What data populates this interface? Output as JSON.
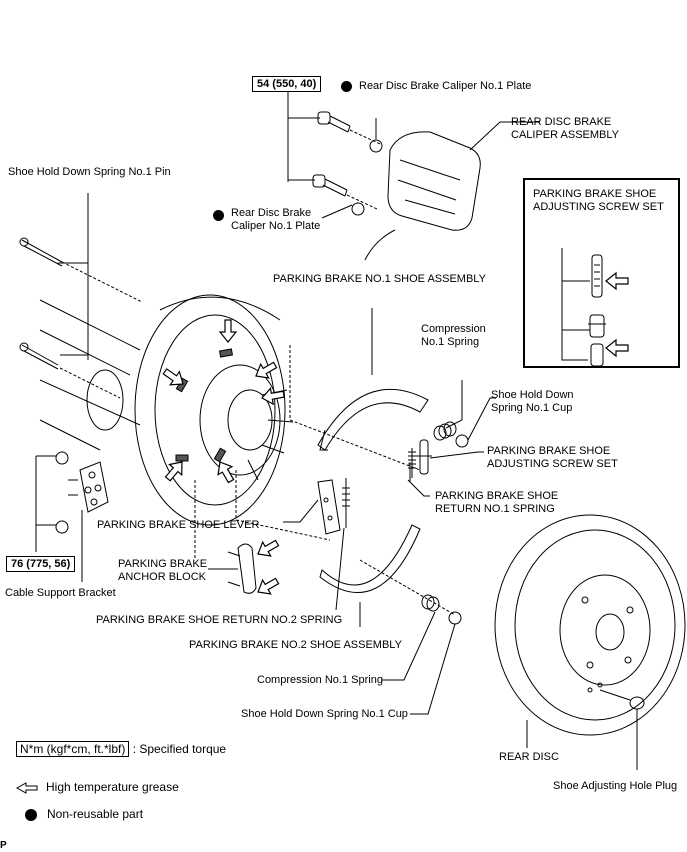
{
  "diagram": {
    "torque_specs": {
      "caliper_bolts": "54 (550, 40)",
      "bracket_nuts": "76 (775, 56)"
    },
    "labels": {
      "caliper_plate_top": "Rear Disc Brake Caliper No.1 Plate",
      "caliper_plate_left_1": "Rear Disc Brake",
      "caliper_plate_left_2": "Caliper No.1 Plate",
      "caliper_assembly_1": "REAR DISC BRAKE",
      "caliper_assembly_2": "CALIPER ASSEMBLY",
      "hold_down_pin": "Shoe Hold Down Spring No.1 Pin",
      "no1_shoe_assembly": "PARKING BRAKE NO.1 SHOE ASSEMBLY",
      "compression_spring_top_1": "Compression",
      "compression_spring_top_2": "No.1 Spring",
      "hold_down_cup_top_1": "Shoe Hold Down",
      "hold_down_cup_top_2": "Spring No.1 Cup",
      "adjusting_screw_1": "PARKING BRAKE SHOE",
      "adjusting_screw_2": "ADJUSTING SCREW SET",
      "return_no1_spring_1": "PARKING BRAKE SHOE",
      "return_no1_spring_2": "RETURN NO.1 SPRING",
      "shoe_lever": "PARKING BRAKE SHOE LEVER",
      "anchor_block_1": "PARKING BRAKE",
      "anchor_block_2": "ANCHOR BLOCK",
      "cable_support_bracket": "Cable Support Bracket",
      "return_no2_spring": "PARKING BRAKE SHOE RETURN NO.2 SPRING",
      "no2_shoe_assembly": "PARKING BRAKE NO.2 SHOE ASSEMBLY",
      "compression_spring_bottom": "Compression No.1 Spring",
      "hold_down_cup_bottom": "Shoe Hold Down Spring No.1 Cup",
      "rear_disc": "REAR DISC",
      "hole_plug": "Shoe Adjusting Hole Plug"
    },
    "inset": {
      "title_1": "PARKING BRAKE SHOE",
      "title_2": "ADJUSTING SCREW SET"
    },
    "legend": {
      "torque_unit": "N*m (kgf*cm, ft.*lbf)",
      "torque_desc": ": Specified torque",
      "grease_desc": "High temperature grease",
      "nonreusable_desc": "Non-reusable part"
    },
    "footer_mark": "P"
  }
}
